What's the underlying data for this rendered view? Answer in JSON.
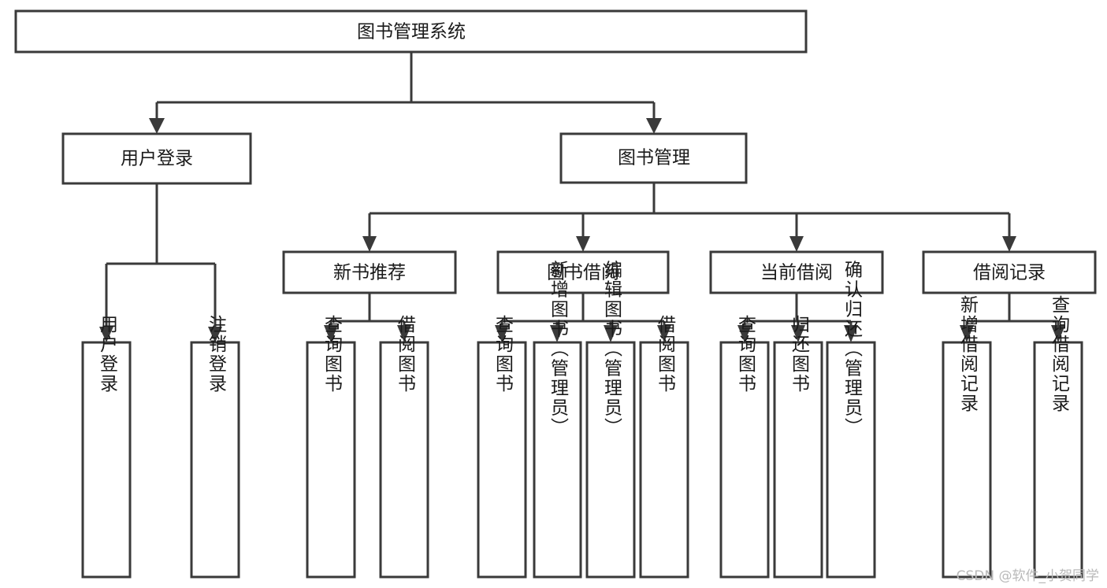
{
  "diagram": {
    "title": "图书管理系统",
    "type": "tree-hierarchy",
    "watermark": "CSDN @软件_小贺同学",
    "colors": {
      "background": "#ffffff",
      "stroke": "#3a3a3a",
      "node_fill": "#ffffff",
      "text": "#1a1a1a",
      "watermark": "#b9b9b9"
    },
    "root": {
      "id": "root",
      "label": "图书管理系统",
      "orientation": "horizontal"
    },
    "level2": [
      {
        "id": "user-login",
        "label": "用户登录",
        "orientation": "horizontal"
      },
      {
        "id": "book-management",
        "label": "图书管理",
        "orientation": "horizontal"
      }
    ],
    "level3": [
      {
        "id": "new-book-recommend",
        "label": "新书推荐",
        "orientation": "horizontal",
        "parent": "book-management"
      },
      {
        "id": "book-borrow",
        "label": "图书借阅",
        "orientation": "horizontal",
        "parent": "book-management"
      },
      {
        "id": "current-borrow",
        "label": "当前借阅",
        "orientation": "horizontal",
        "parent": "book-management"
      },
      {
        "id": "borrow-record",
        "label": "借阅记录",
        "orientation": "horizontal",
        "parent": "book-management"
      }
    ],
    "leaves": {
      "user-login": [
        {
          "id": "leaf-user-login",
          "label": "用户登录"
        },
        {
          "id": "leaf-logout-login",
          "label": "注销登录"
        }
      ],
      "new-book-recommend": [
        {
          "id": "leaf-query-book-1",
          "label": "查询图书"
        },
        {
          "id": "leaf-borrow-book-1",
          "label": "借阅图书"
        }
      ],
      "book-borrow": [
        {
          "id": "leaf-query-book-2",
          "label": "查询图书"
        },
        {
          "id": "leaf-add-book",
          "label": "新增图书（管理员）"
        },
        {
          "id": "leaf-edit-book",
          "label": "编辑图书（管理员）"
        },
        {
          "id": "leaf-borrow-book-2",
          "label": "借阅图书"
        }
      ],
      "current-borrow": [
        {
          "id": "leaf-query-book-3",
          "label": "查询图书"
        },
        {
          "id": "leaf-return-book",
          "label": "归还图书"
        },
        {
          "id": "leaf-confirm-return",
          "label": "确认归还（管理员）"
        }
      ],
      "borrow-record": [
        {
          "id": "leaf-add-record",
          "label": "新增借阅记录"
        },
        {
          "id": "leaf-query-record",
          "label": "查询借阅记录"
        }
      ]
    }
  }
}
